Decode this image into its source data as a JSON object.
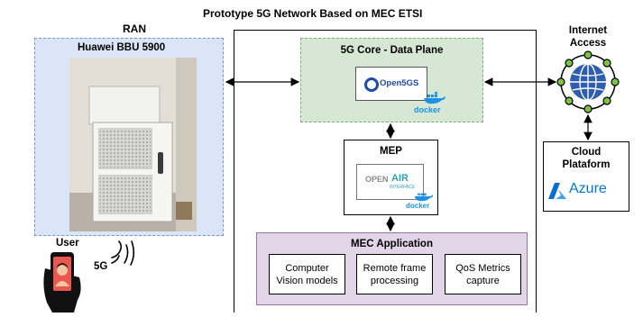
{
  "title": "Prototype 5G Network Based on MEC ETSI",
  "ran": {
    "label": "RAN",
    "bbu_label": "Huawei BBU 5900"
  },
  "user": {
    "label": "User",
    "signal_label": "5G"
  },
  "core": {
    "label": "5G Core - Data Plane",
    "logo_text": "Open5GS",
    "docker_text": "docker"
  },
  "mep": {
    "label": "MEP",
    "logo_text_1": "OPEN",
    "logo_text_2": "AIR",
    "logo_text_3": "INTERFACE",
    "docker_text": "docker"
  },
  "mec_app": {
    "label": "MEC Application",
    "items": [
      {
        "line1": "Computer",
        "line2": "Vision models"
      },
      {
        "line1": "Remote frame",
        "line2": "processing"
      },
      {
        "line1": "QoS Metrics",
        "line2": "capture"
      }
    ]
  },
  "internet": {
    "line1": "Internet",
    "line2": "Access"
  },
  "cloud": {
    "line1": "Cloud",
    "line2": "Plataform",
    "logo_text": "Azure"
  },
  "colors": {
    "ran_bg": "#dae6f7",
    "core_bg": "#d6e8d4",
    "mec_bg": "#e1d5e7",
    "docker_blue": "#1d91e6",
    "azure_blue": "#0078d4",
    "globe_blue": "#2f5eb0",
    "globe_green": "#7ec241"
  }
}
